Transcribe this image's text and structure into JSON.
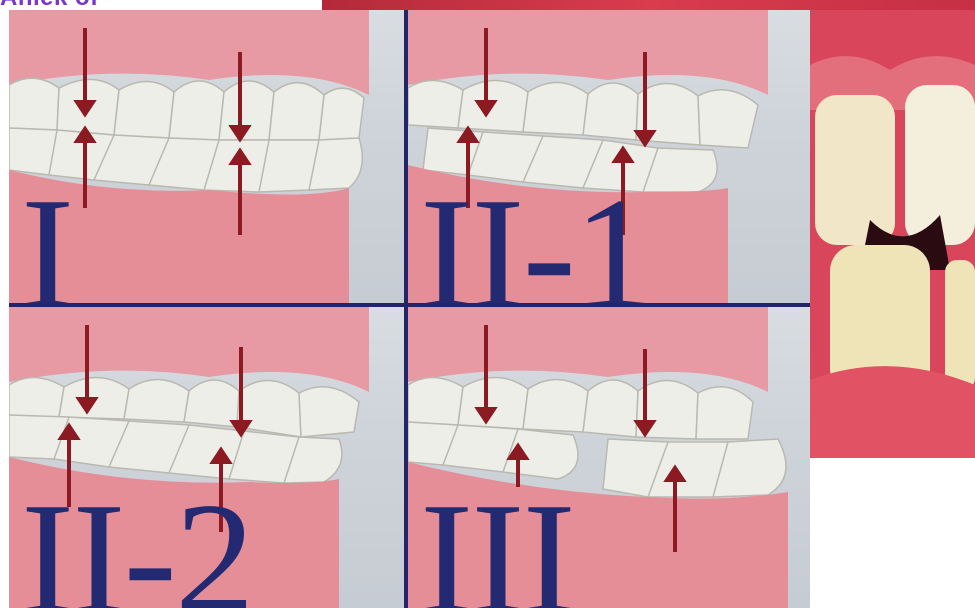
{
  "header": {
    "partial_text": "Aniek of"
  },
  "panels": [
    {
      "label": "I"
    },
    {
      "label": "II-1"
    },
    {
      "label": "II-2"
    },
    {
      "label": "III"
    }
  ],
  "colors": {
    "classification_text": "#242a72",
    "divider": "#24246b",
    "arrow": "#8b1a22",
    "gum": "#e69aa3",
    "tooth": "#eeeee8",
    "header_text": "#7a36c8"
  }
}
